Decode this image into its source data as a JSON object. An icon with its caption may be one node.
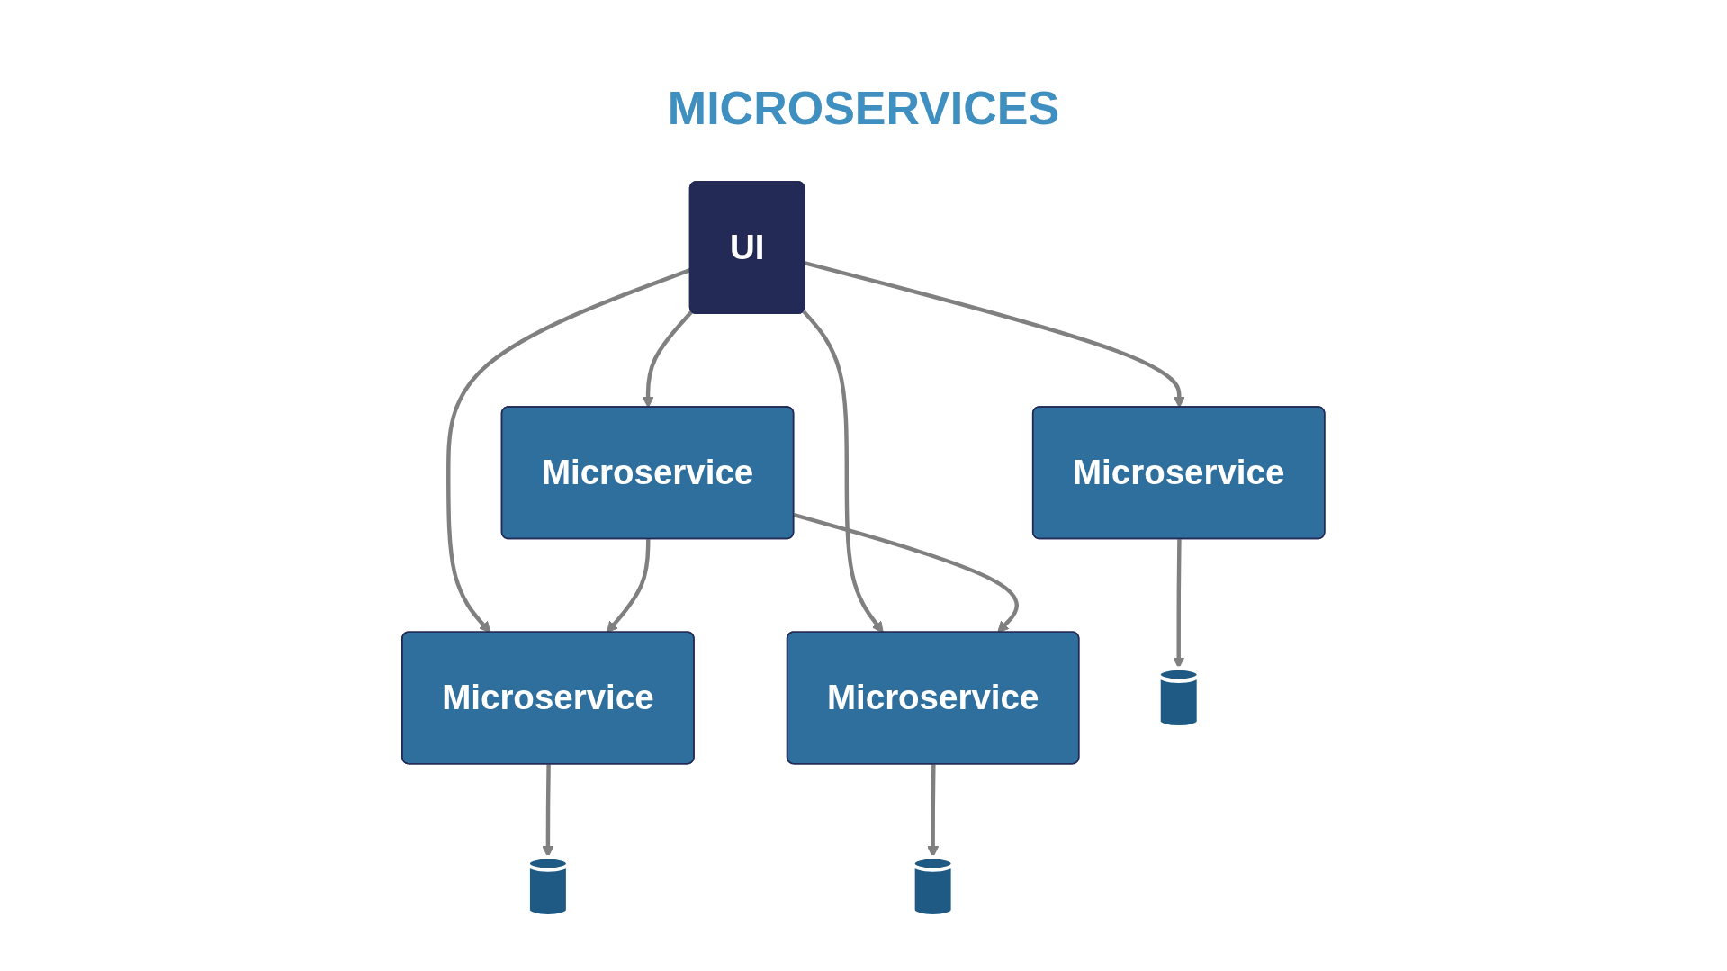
{
  "diagram": {
    "title": "MICROSERVICES",
    "nodes": [
      {
        "text": [
          "UI"
        ]
      },
      {
        "text": [
          "Microservice"
        ]
      },
      {
        "text": [
          "Microservice"
        ]
      },
      {
        "text": [
          "Microservice"
        ]
      },
      {
        "text": [
          "Microservice"
        ]
      },
      {
        "text": [],
        "shape": "cylinder"
      },
      {
        "text": [],
        "shape": "cylinder"
      },
      {
        "text": [],
        "shape": "cylinder"
      }
    ],
    "edges": [
      {
        "from": 0,
        "to": 1,
        "arrow": "to"
      },
      {
        "from": 0,
        "to": 2,
        "arrow": "to"
      },
      {
        "from": 0,
        "to": 3,
        "arrow": "to"
      },
      {
        "from": 0,
        "to": 4,
        "arrow": "to"
      },
      {
        "from": 1,
        "to": 3,
        "arrow": "to"
      },
      {
        "from": 1,
        "to": 4,
        "arrow": "to"
      },
      {
        "from": 2,
        "to": 5,
        "arrow": "to"
      },
      {
        "from": 3,
        "to": 6,
        "arrow": "to"
      },
      {
        "from": 4,
        "to": 7,
        "arrow": "to"
      }
    ]
  }
}
